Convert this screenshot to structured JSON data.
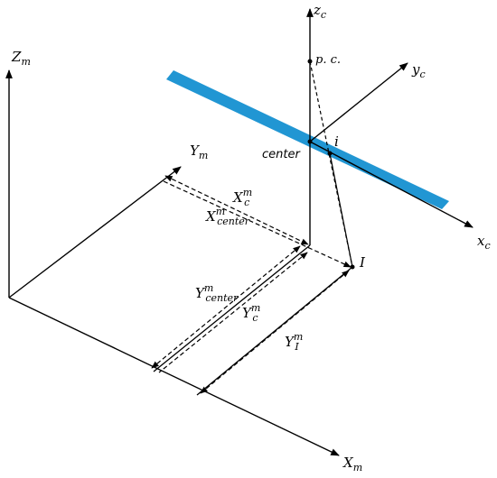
{
  "labels": {
    "zm": {
      "base": "Z",
      "sub": "m",
      "sup": ""
    },
    "ym": {
      "base": "Y",
      "sub": "m",
      "sup": ""
    },
    "xm": {
      "base": "X",
      "sub": "m",
      "sup": ""
    },
    "zc": {
      "base": "z",
      "sub": "c",
      "sup": ""
    },
    "yc": {
      "base": "y",
      "sub": "c",
      "sup": ""
    },
    "xc": {
      "base": "x",
      "sub": "c",
      "sup": ""
    },
    "pc": "p. c.",
    "center": "center",
    "i": "i",
    "I": "I",
    "Xcm": {
      "base": "X",
      "sub": "c",
      "sup": "m"
    },
    "Xcenterm": {
      "base": "X",
      "sub": "center",
      "sup": "m"
    },
    "Ycenterm": {
      "base": "Y",
      "sub": "center",
      "sup": "m"
    },
    "Ycm": {
      "base": "Y",
      "sub": "c",
      "sup": "m"
    },
    "YIm": {
      "base": "Y",
      "sub": "I",
      "sup": "m"
    }
  },
  "colors": {
    "strip": "#2196d3",
    "line": "#000000"
  }
}
